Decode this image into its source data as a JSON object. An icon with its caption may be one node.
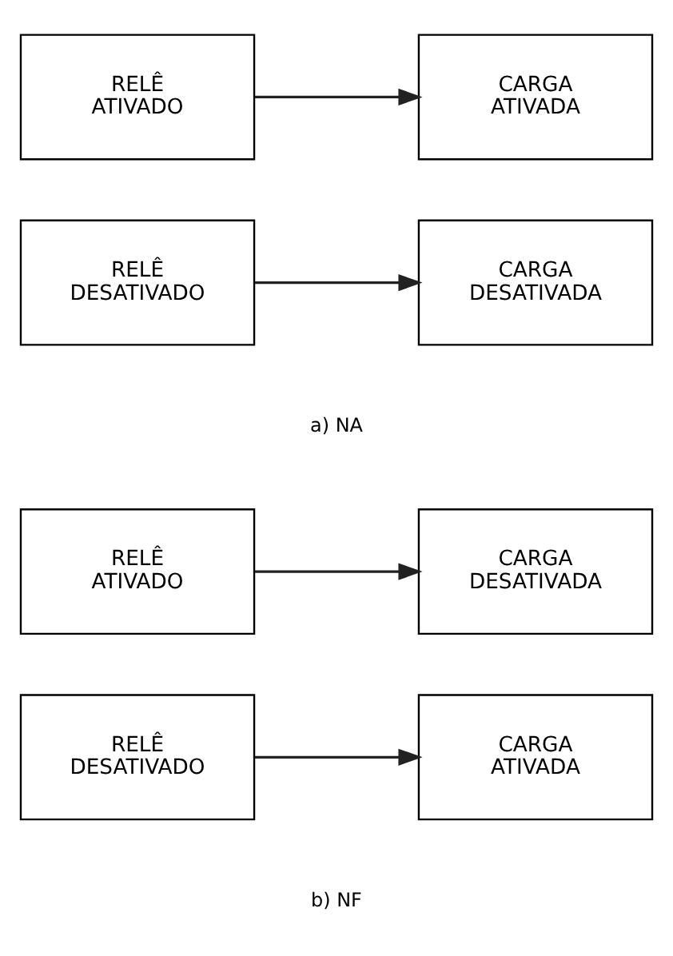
{
  "diagram": {
    "nodes": [
      {
        "text": [
          "RELÊ ATIVADO"
        ]
      },
      {
        "text": [
          "CARGA ATIVADA"
        ]
      },
      {
        "text": [
          "RELÊ DESATIVADO"
        ]
      },
      {
        "text": [
          "CARGA DESATIVADA"
        ]
      },
      {
        "text": [
          "RELÊ ATIVADO"
        ]
      },
      {
        "text": [
          "CARGA DESATIVADA"
        ]
      },
      {
        "text": [
          "RELÊ DESATIVADO"
        ]
      },
      {
        "text": [
          "CARGA ATIVADA"
        ]
      }
    ],
    "edges": [
      {
        "from": 0,
        "to": 1,
        "arrow": "to"
      },
      {
        "from": 2,
        "to": 3,
        "arrow": "to"
      },
      {
        "from": 4,
        "to": 5,
        "arrow": "to"
      },
      {
        "from": 6,
        "to": 7,
        "arrow": "to"
      }
    ],
    "labels": [
      "a) NA",
      "b) NF"
    ]
  }
}
